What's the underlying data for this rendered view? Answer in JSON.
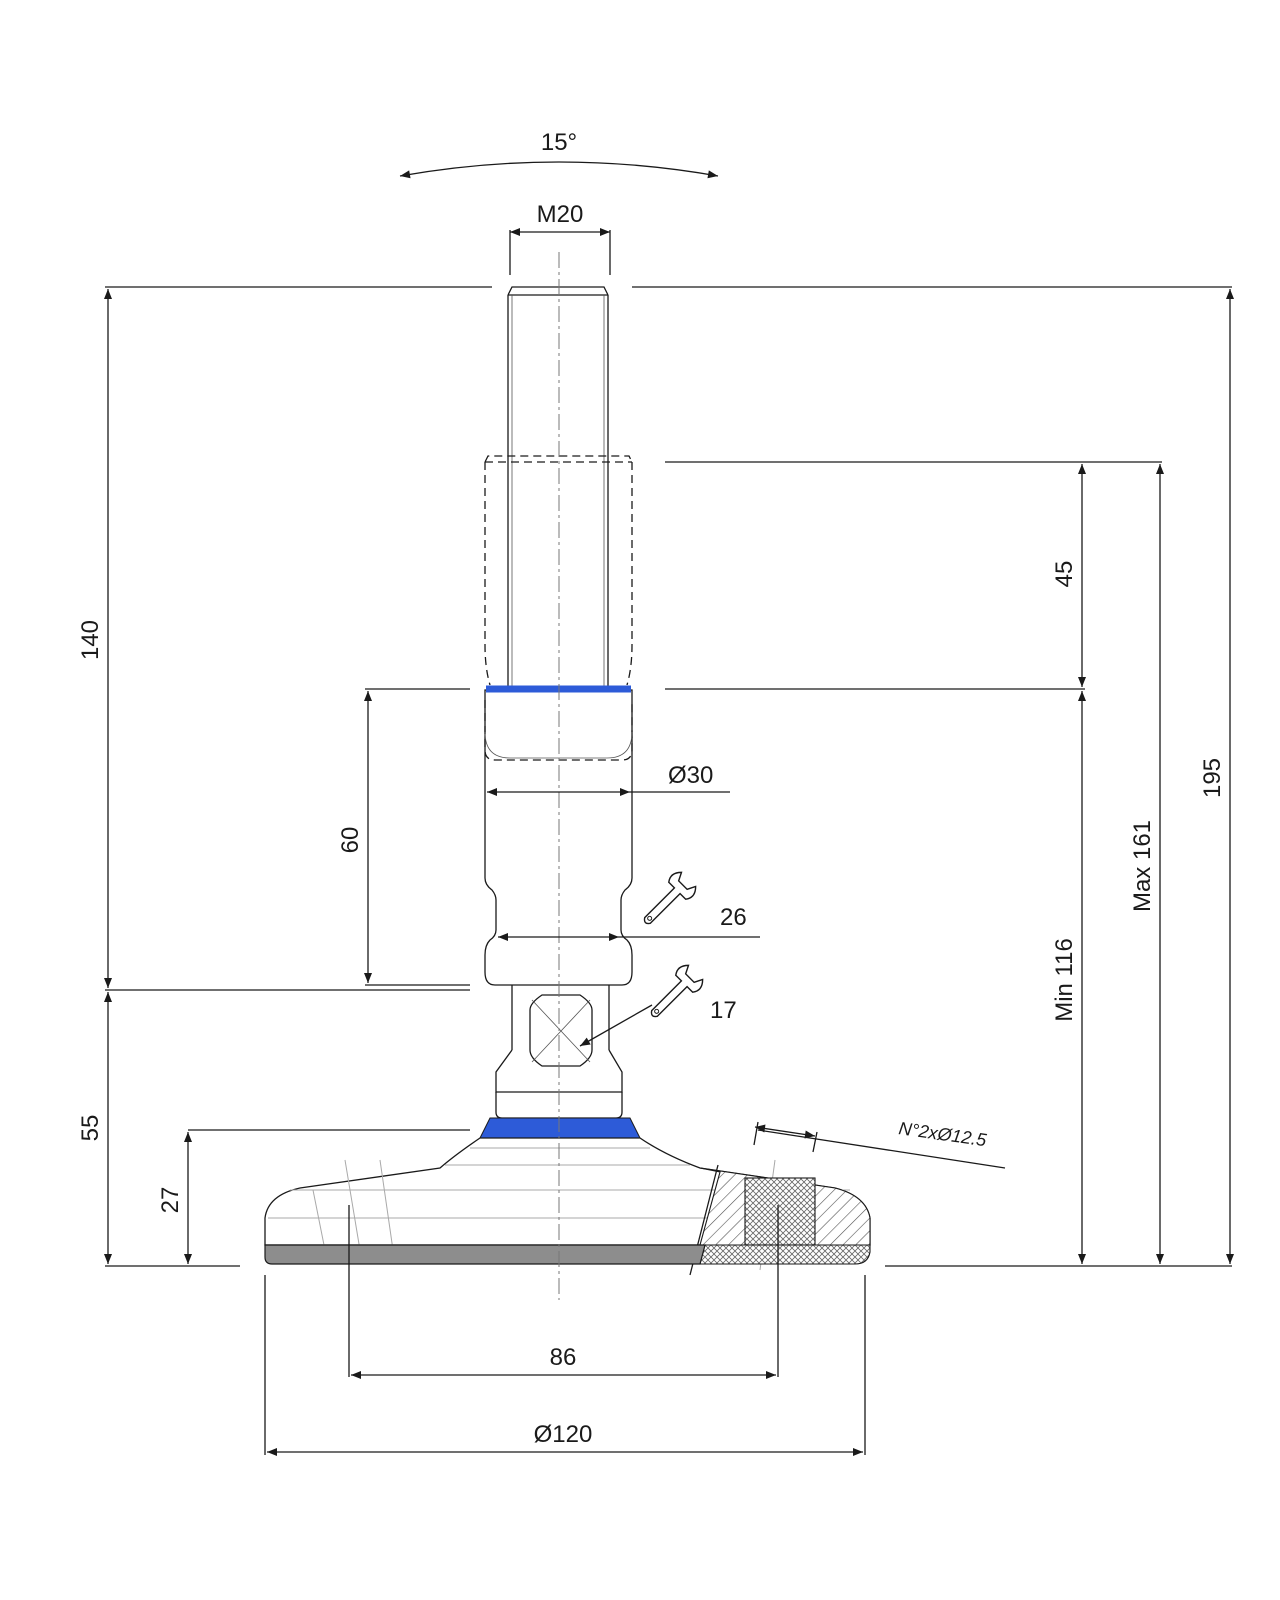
{
  "colors": {
    "line": "#1a1a1a",
    "accent_blue": "#2d5bd8",
    "sole": "#8d8d8d",
    "hatch": "#555555"
  },
  "icons": {
    "wrench_large": "wrench-icon",
    "wrench_small": "wrench-icon"
  },
  "dimensions": {
    "tilt_angle": "15°",
    "thread": "M20",
    "stem_length": "140",
    "base_height": "55",
    "plate_height": "27",
    "adjust_range": "45",
    "body_height": "60",
    "body_diameter": "Ø30",
    "wrench_large": "26",
    "wrench_small": "17",
    "height_min": "Min 116",
    "height_max": "Max 161",
    "total_height": "195",
    "mounting_holes": "N°2xØ12.5",
    "hole_spacing": "86",
    "base_diameter": "Ø120"
  }
}
